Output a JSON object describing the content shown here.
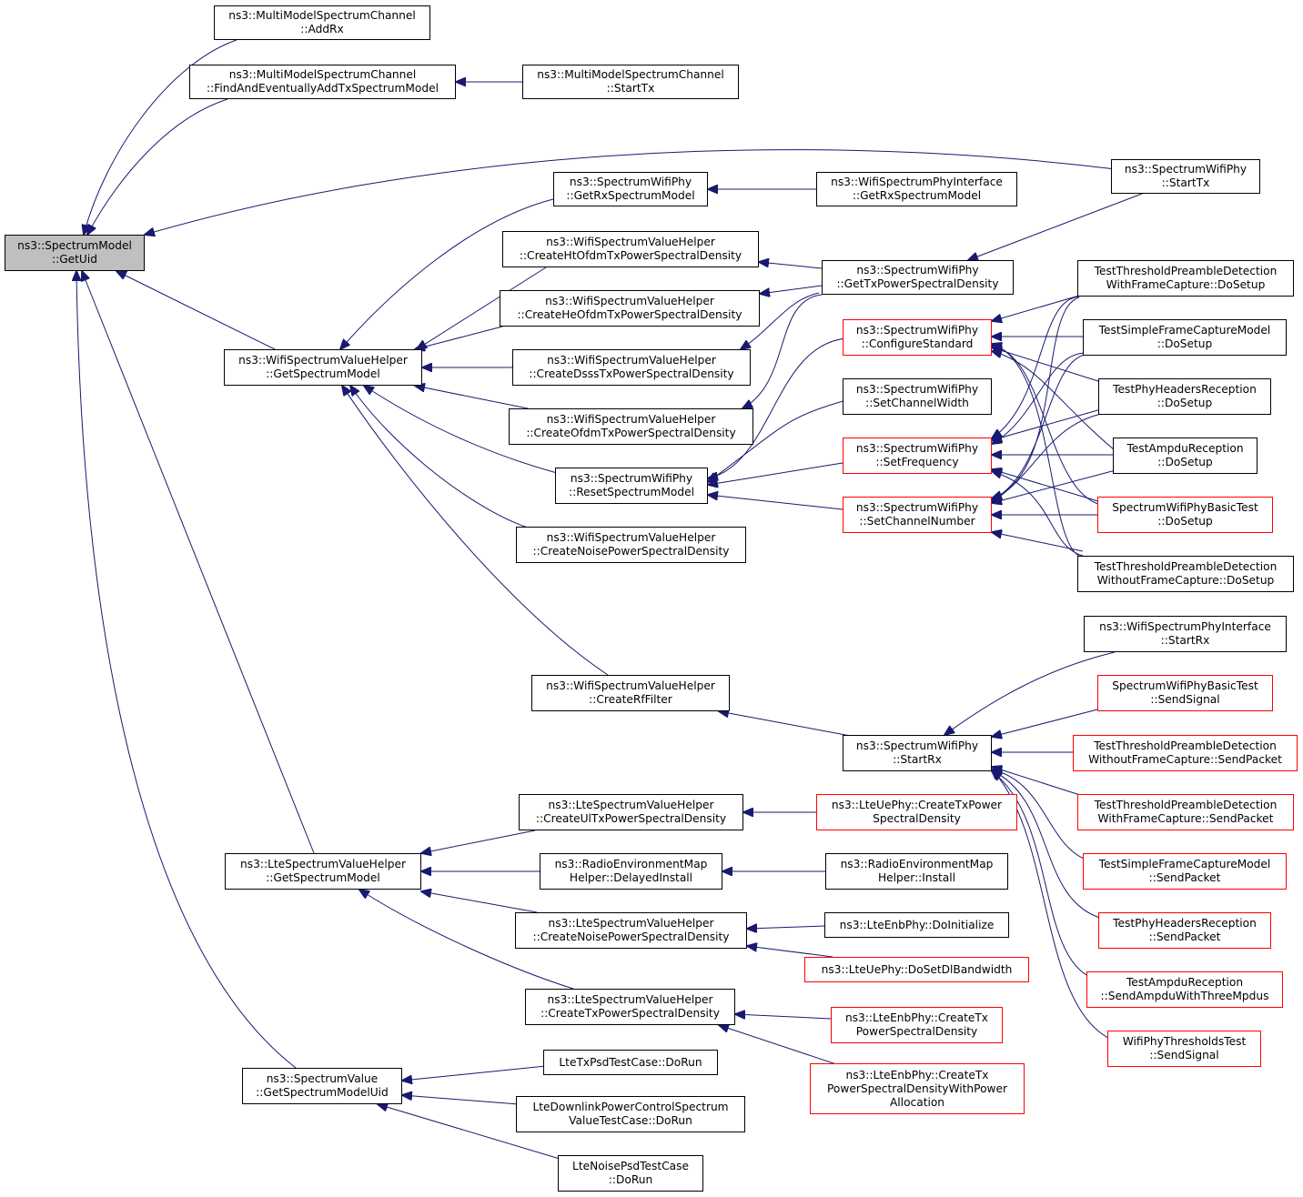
{
  "colors": {
    "edge": "#191970",
    "node_border": "#000000",
    "undocumented_border": "#ff0000",
    "root_fill": "#bfbfbf"
  },
  "nodes": [
    {
      "id": "root",
      "lines": [
        "ns3::SpectrumModel",
        "::GetUid"
      ]
    },
    {
      "id": "mmsc_addrx",
      "lines": [
        "ns3::MultiModelSpectrumChannel",
        "::AddRx"
      ]
    },
    {
      "id": "mmsc_find",
      "lines": [
        "ns3::MultiModelSpectrumChannel",
        "::FindAndEventuallyAddTxSpectrumModel"
      ]
    },
    {
      "id": "mmsc_starttx",
      "lines": [
        "ns3::MultiModelSpectrumChannel",
        "::StartTx"
      ]
    },
    {
      "id": "swp_starttx",
      "lines": [
        "ns3::SpectrumWifiPhy",
        "::StartTx"
      ]
    },
    {
      "id": "swp_getrxsm",
      "lines": [
        "ns3::SpectrumWifiPhy",
        "::GetRxSpectrumModel"
      ]
    },
    {
      "id": "wspi_getrxsm",
      "lines": [
        "ns3::WifiSpectrumPhyInterface",
        "::GetRxSpectrumModel"
      ]
    },
    {
      "id": "wsvh_ht",
      "lines": [
        "ns3::WifiSpectrumValueHelper",
        "::CreateHtOfdmTxPowerSpectralDensity"
      ]
    },
    {
      "id": "swp_gettxpsd",
      "lines": [
        "ns3::SpectrumWifiPhy",
        "::GetTxPowerSpectralDensity"
      ]
    },
    {
      "id": "wsvh_he",
      "lines": [
        "ns3::WifiSpectrumValueHelper",
        "::CreateHeOfdmTxPowerSpectralDensity"
      ]
    },
    {
      "id": "wsvh_dsss",
      "lines": [
        "ns3::WifiSpectrumValueHelper",
        "::CreateDsssTxPowerSpectralDensity"
      ]
    },
    {
      "id": "wsvh_ofdm",
      "lines": [
        "ns3::WifiSpectrumValueHelper",
        "::CreateOfdmTxPowerSpectralDensity"
      ]
    },
    {
      "id": "wsvh_getsm",
      "lines": [
        "ns3::WifiSpectrumValueHelper",
        "::GetSpectrumModel"
      ]
    },
    {
      "id": "swp_reset",
      "lines": [
        "ns3::SpectrumWifiPhy",
        "::ResetSpectrumModel"
      ]
    },
    {
      "id": "wsvh_noise",
      "lines": [
        "ns3::WifiSpectrumValueHelper",
        "::CreateNoisePowerSpectralDensity"
      ]
    },
    {
      "id": "swp_configstd",
      "lines": [
        "ns3::SpectrumWifiPhy",
        "::ConfigureStandard"
      ],
      "red": true
    },
    {
      "id": "swp_setcw",
      "lines": [
        "ns3::SpectrumWifiPhy",
        "::SetChannelWidth"
      ]
    },
    {
      "id": "swp_setfreq",
      "lines": [
        "ns3::SpectrumWifiPhy",
        "::SetFrequency"
      ],
      "red": true
    },
    {
      "id": "swp_setchnum",
      "lines": [
        "ns3::SpectrumWifiPhy",
        "::SetChannelNumber"
      ],
      "red": true
    },
    {
      "id": "ttpd_with_setup",
      "lines": [
        "TestThresholdPreambleDetection",
        "WithFrameCapture::DoSetup"
      ]
    },
    {
      "id": "tsfcm_setup",
      "lines": [
        "TestSimpleFrameCaptureModel",
        "::DoSetup"
      ]
    },
    {
      "id": "tphr_setup",
      "lines": [
        "TestPhyHeadersReception",
        "::DoSetup"
      ]
    },
    {
      "id": "tampdu_setup",
      "lines": [
        "TestAmpduReception",
        "::DoSetup"
      ]
    },
    {
      "id": "swpbt_setup",
      "lines": [
        "SpectrumWifiPhyBasicTest",
        "::DoSetup"
      ],
      "red": true
    },
    {
      "id": "ttpd_without_setup",
      "lines": [
        "TestThresholdPreambleDetection",
        "WithoutFrameCapture::DoSetup"
      ]
    },
    {
      "id": "wsvh_rf",
      "lines": [
        "ns3::WifiSpectrumValueHelper",
        "::CreateRfFilter"
      ]
    },
    {
      "id": "swp_startrx",
      "lines": [
        "ns3::SpectrumWifiPhy",
        "::StartRx"
      ]
    },
    {
      "id": "wspi_startrx",
      "lines": [
        "ns3::WifiSpectrumPhyInterface",
        "::StartRx"
      ]
    },
    {
      "id": "swpbt_send",
      "lines": [
        "SpectrumWifiPhyBasicTest",
        "::SendSignal"
      ],
      "red": true
    },
    {
      "id": "ttpd_without_send",
      "lines": [
        "TestThresholdPreambleDetection",
        "WithoutFrameCapture::SendPacket"
      ],
      "red": true
    },
    {
      "id": "ttpd_with_send",
      "lines": [
        "TestThresholdPreambleDetection",
        "WithFrameCapture::SendPacket"
      ],
      "red": true
    },
    {
      "id": "tsfcm_send",
      "lines": [
        "TestSimpleFrameCaptureModel",
        "::SendPacket"
      ],
      "red": true
    },
    {
      "id": "tphr_send",
      "lines": [
        "TestPhyHeadersReception",
        "::SendPacket"
      ],
      "red": true
    },
    {
      "id": "tampdu_send",
      "lines": [
        "TestAmpduReception",
        "::SendAmpduWithThreeMpdus"
      ],
      "red": true
    },
    {
      "id": "wptt_send",
      "lines": [
        "WifiPhyThresholdsTest",
        "::SendSignal"
      ],
      "red": true
    },
    {
      "id": "lsvh_ul",
      "lines": [
        "ns3::LteSpectrumValueHelper",
        "::CreateUlTxPowerSpectralDensity"
      ]
    },
    {
      "id": "lteue_create",
      "lines": [
        "ns3::LteUePhy::CreateTxPower",
        "SpectralDensity"
      ],
      "red": true
    },
    {
      "id": "lsvh_getsm",
      "lines": [
        "ns3::LteSpectrumValueHelper",
        "::GetSpectrumModel"
      ]
    },
    {
      "id": "rem_delayed",
      "lines": [
        "ns3::RadioEnvironmentMap",
        "Helper::DelayedInstall"
      ]
    },
    {
      "id": "rem_install",
      "lines": [
        "ns3::RadioEnvironmentMap",
        "Helper::Install"
      ]
    },
    {
      "id": "lsvh_noise",
      "lines": [
        "ns3::LteSpectrumValueHelper",
        "::CreateNoisePowerSpectralDensity"
      ]
    },
    {
      "id": "lteenb_init",
      "lines": [
        "ns3::LteEnbPhy::DoInitialize"
      ]
    },
    {
      "id": "lteue_setdl",
      "lines": [
        "ns3::LteUePhy::DoSetDlBandwidth"
      ],
      "red": true
    },
    {
      "id": "lsvh_tx",
      "lines": [
        "ns3::LteSpectrumValueHelper",
        "::CreateTxPowerSpectralDensity"
      ]
    },
    {
      "id": "lteenb_create",
      "lines": [
        "ns3::LteEnbPhy::CreateTx",
        "PowerSpectralDensity"
      ],
      "red": true
    },
    {
      "id": "lteenb_createpa",
      "lines": [
        "ns3::LteEnbPhy::CreateTx",
        "PowerSpectralDensityWithPower",
        "Allocation"
      ],
      "red": true
    },
    {
      "id": "sv_getsmuid",
      "lines": [
        "ns3::SpectrumValue",
        "::GetSpectrumModelUid"
      ]
    },
    {
      "id": "ltetxpsd",
      "lines": [
        "LteTxPsdTestCase::DoRun"
      ]
    },
    {
      "id": "ltedlpc",
      "lines": [
        "LteDownlinkPowerControlSpectrum",
        "ValueTestCase::DoRun"
      ]
    },
    {
      "id": "ltenoise",
      "lines": [
        "LteNoisePsdTestCase",
        "::DoRun"
      ]
    }
  ]
}
